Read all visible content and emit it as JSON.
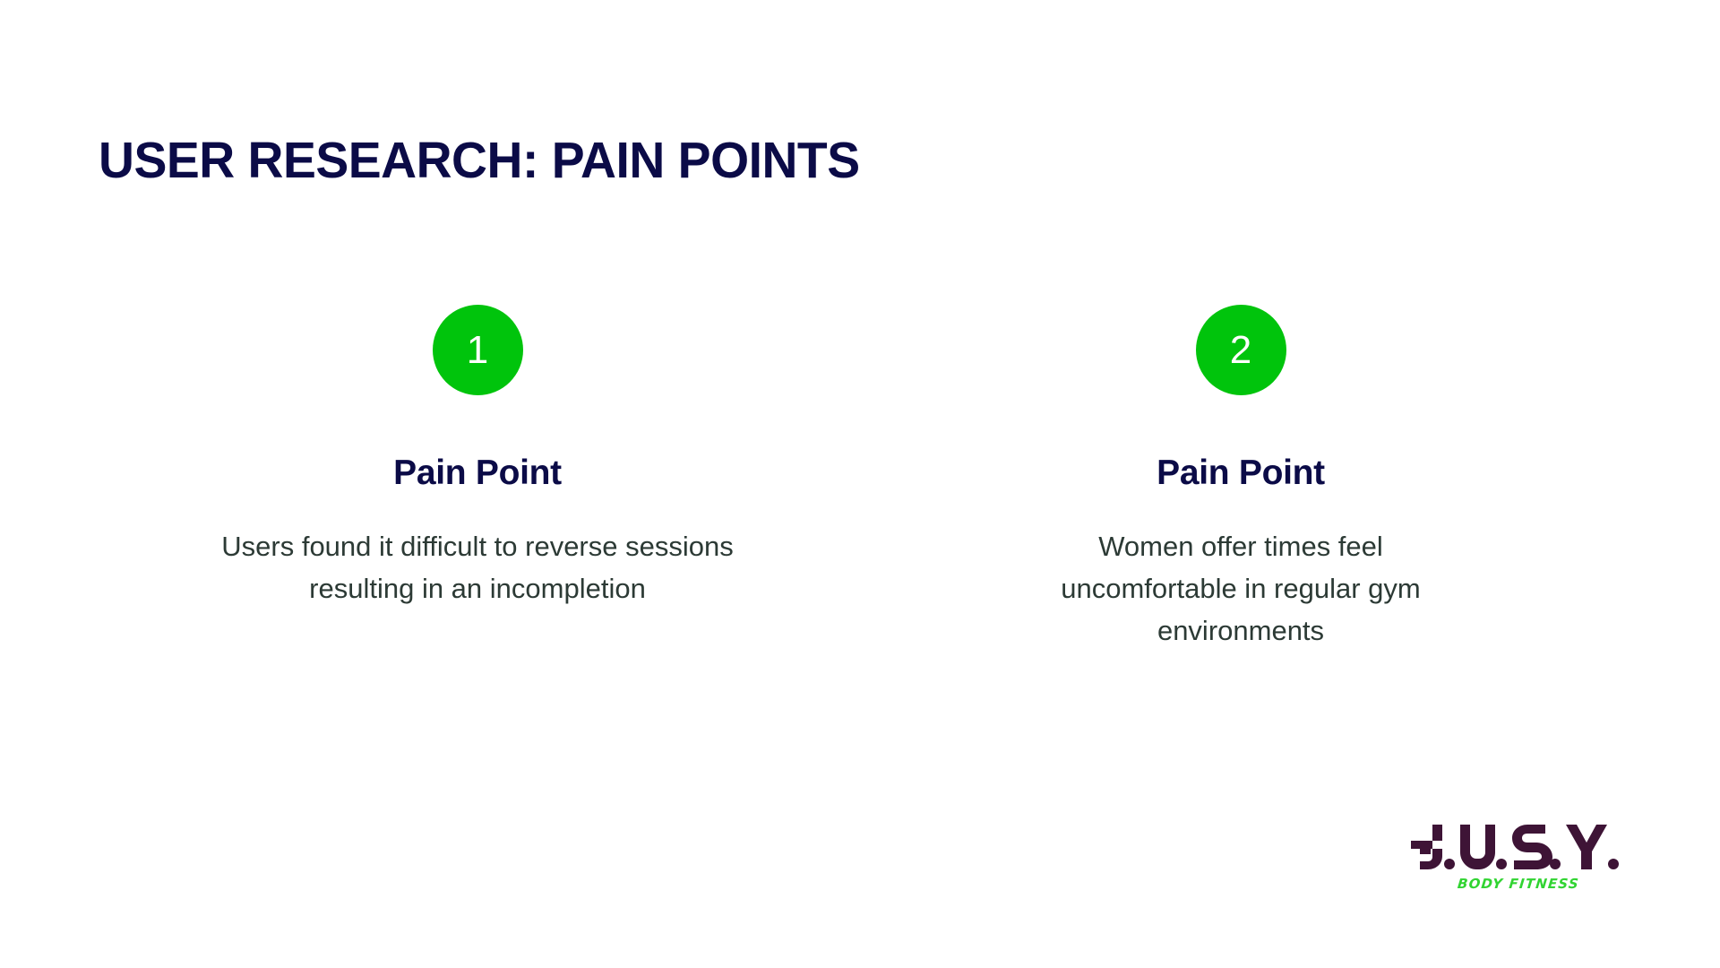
{
  "slide": {
    "title": "USER RESEARCH: PAIN POINTS",
    "background_color": "#ffffff",
    "title_color": "#0B0B47",
    "accent_green": "#00C40C",
    "body_text_color": "#2C3A35"
  },
  "pain_points": [
    {
      "number": "1",
      "heading": "Pain Point",
      "body": "Users found it difficult to reverse sessions resulting in an incompletion"
    },
    {
      "number": "2",
      "heading": "Pain Point",
      "body": "Women offer times feel uncomfortable in regular gym environments"
    }
  ],
  "logo": {
    "wordmark": "B.U.S.Y.",
    "tagline": "BODY FITNESS",
    "wordmark_color": "#3E1436",
    "tagline_color": "#31D432"
  }
}
